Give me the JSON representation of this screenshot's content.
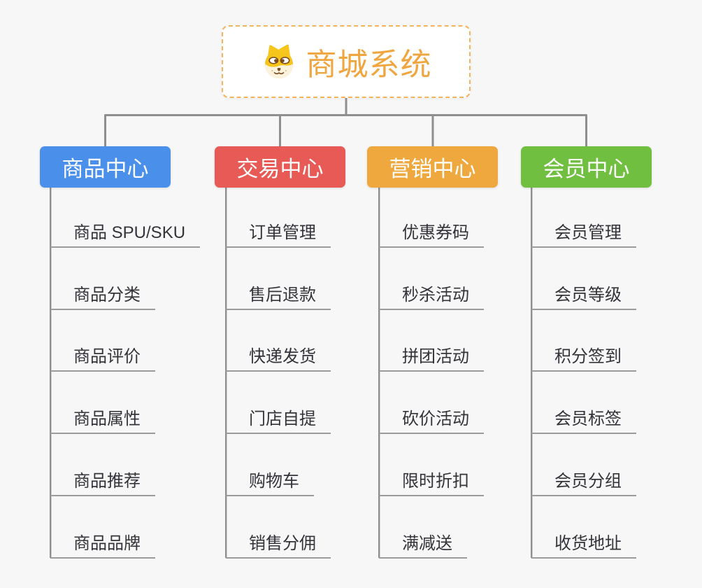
{
  "root": {
    "title": "商城系统",
    "icon": "dog-icon"
  },
  "branches": [
    {
      "id": "product-center",
      "label": "商品中心",
      "color": "#4a8fea",
      "children": [
        "商品 SPU/SKU",
        "商品分类",
        "商品评价",
        "商品属性",
        "商品推荐",
        "商品品牌"
      ]
    },
    {
      "id": "trade-center",
      "label": "交易中心",
      "color": "#e75a55",
      "children": [
        "订单管理",
        "售后退款",
        "快递发货",
        "门店自提",
        "购物车",
        "销售分佣"
      ]
    },
    {
      "id": "marketing-center",
      "label": "营销中心",
      "color": "#efa83d",
      "children": [
        "优惠券码",
        "秒杀活动",
        "拼团活动",
        "砍价活动",
        "限时折扣",
        "满减送"
      ]
    },
    {
      "id": "member-center",
      "label": "会员中心",
      "color": "#70bf41",
      "children": [
        "会员管理",
        "会员等级",
        "积分签到",
        "会员标签",
        "会员分组",
        "收货地址"
      ]
    }
  ],
  "colors": {
    "background": "#f7f7f7",
    "root_accent": "#f0a640",
    "root_border": "#f2b45c",
    "connector": "#8f8f8f",
    "leaf_line": "#9c9c9c",
    "leaf_text": "#33333a"
  }
}
